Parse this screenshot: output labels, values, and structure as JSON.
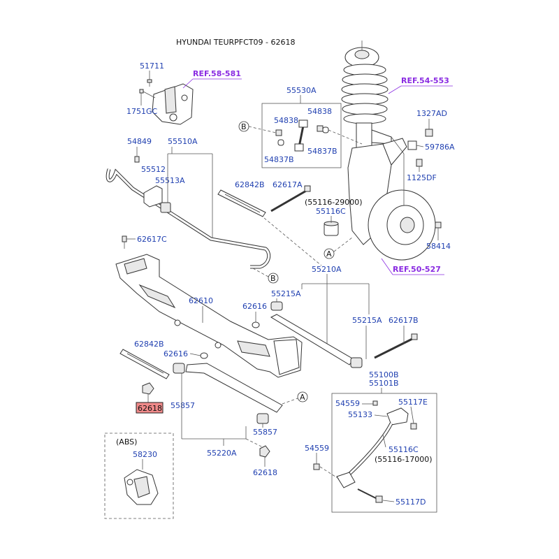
{
  "title": "HYUNDAI TEURPFCT09 - 62618",
  "colors": {
    "label_blue": "#1f3fb0",
    "ref_purple": "#8a2be2",
    "highlight_red": "#f08a8a",
    "line_gray": "#555555"
  },
  "labels": {
    "p51711": "51711",
    "p1751gc": "1751GC",
    "p54849": "54849",
    "p55510a": "55510A",
    "p55512": "55512",
    "p55513a": "55513A",
    "p62617c": "62617C",
    "p55530a": "55530A",
    "p54838_l": "54838",
    "p54838_r": "54838",
    "p54837b_l": "54837B",
    "p54837b_r": "54837B",
    "p62842b_top": "62842B",
    "p62617a": "62617A",
    "p55116_29000": "(55116-29000)",
    "p55116c_top": "55116C",
    "p1327ad": "1327AD",
    "p59786a": "59786A",
    "p1125df": "1125DF",
    "p58414": "58414",
    "p55210a": "55210A",
    "p55215a_1": "55215A",
    "p55215a_2": "55215A",
    "p62617b": "62617B",
    "p62610": "62610",
    "p62616_1": "62616",
    "p62616_2": "62616",
    "p62842b_low": "62842B",
    "p62618_hl": "62618",
    "p55857_1": "55857",
    "p55857_2": "55857",
    "p55220a": "55220A",
    "p62618_low": "62618",
    "p55100b": "55100B",
    "p55101b": "55101B",
    "p54559_1": "54559",
    "p55117e": "55117E",
    "p55133": "55133",
    "p55116c_low": "55116C",
    "p55116_17000": "(55116-17000)",
    "p54559_2": "54559",
    "p55117d": "55117D",
    "abs": "(ABS)",
    "p58230": "58230"
  },
  "refs": {
    "ref58": "REF.58-581",
    "ref54": "REF.54-553",
    "ref50": "REF.50-527"
  },
  "markers": {
    "a": "A",
    "b": "B"
  }
}
